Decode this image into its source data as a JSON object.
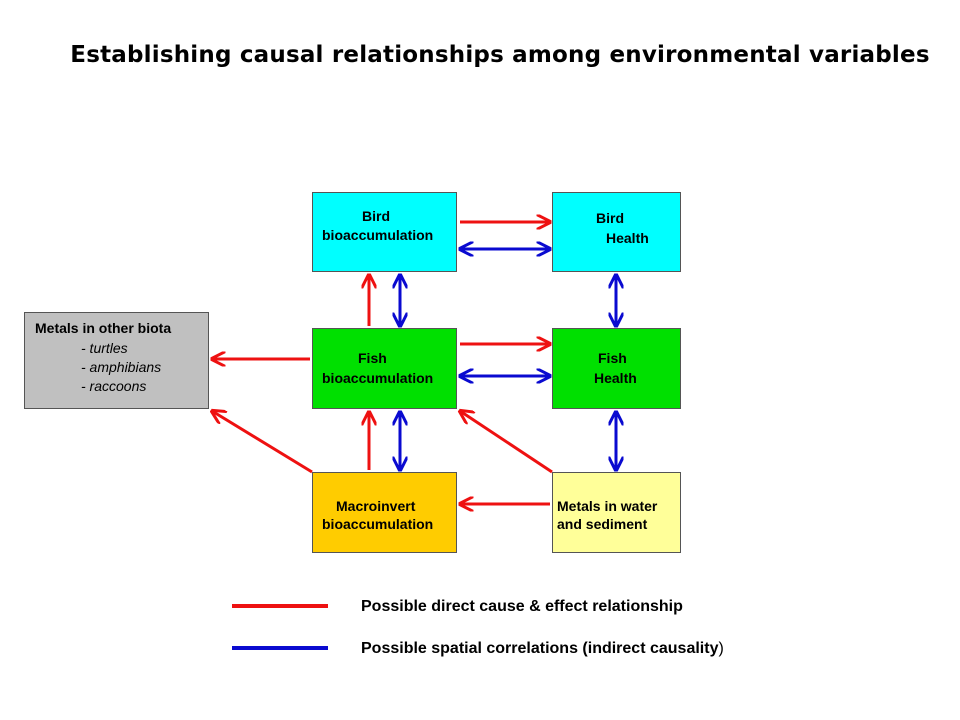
{
  "title": "Establishing causal relationships among environmental variables",
  "nodes": {
    "bird_bioaccumulation": {
      "line1": "Bird",
      "line2": "bioaccumulation"
    },
    "bird_health": {
      "line1": "Bird",
      "line2": "Health"
    },
    "fish_bioaccumulation": {
      "line1": "Fish",
      "line2": "bioaccumulation"
    },
    "fish_health": {
      "line1": "Fish",
      "line2": "Health"
    },
    "macroinvert_bioaccumulation": {
      "line1": "Macroinvert",
      "line2": "bioaccumulation"
    },
    "metals_water": {
      "line1": "Metals in water",
      "line2": "and sediment"
    },
    "other_biota": {
      "title": "Metals in other biota",
      "items": [
        "- turtles",
        "- amphibians",
        "- raccoons"
      ]
    }
  },
  "legend": {
    "direct": {
      "label": "Possible direct cause & effect relationship",
      "color": "#ee1111"
    },
    "spatial": {
      "label_main": "Possible spatial correlations (indirect causality",
      "label_paren": ")",
      "color": "#0a0ad0"
    }
  },
  "colors": {
    "bird": "#00ffff",
    "fish": "#00e000",
    "macroinvert": "#ffcc00",
    "metals_water": "#ffff99",
    "other_biota": "#c0c0c0"
  }
}
